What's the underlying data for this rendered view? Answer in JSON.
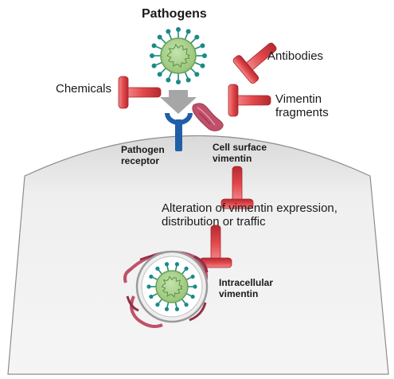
{
  "diagram": {
    "title": "Pathogens",
    "labels": {
      "chemicals": "Chemicals",
      "antibodies": "Antibodies",
      "vimentin_fragments_line1": "Vimentin",
      "vimentin_fragments_line2": "fragments",
      "pathogen_receptor_line1": "Pathogen",
      "pathogen_receptor_line2": "receptor",
      "cell_surface_vimentin_line1": "Cell surface",
      "cell_surface_vimentin_line2": "vimentin",
      "alteration_line1": "Alteration of vimentin expression,",
      "alteration_line2": "distribution or traffic",
      "intracellular_vimentin_line1": "Intracellular",
      "intracellular_vimentin_line2": "vimentin"
    },
    "colors": {
      "virus_core": "#a8d08d",
      "virus_spikes": "#1a8a87",
      "inhibitor": "#e2474b",
      "receptor": "#1f5fa8",
      "vimentin": "#c0506a",
      "arrow": "#a6a6a6",
      "cell": "#ededed"
    }
  }
}
